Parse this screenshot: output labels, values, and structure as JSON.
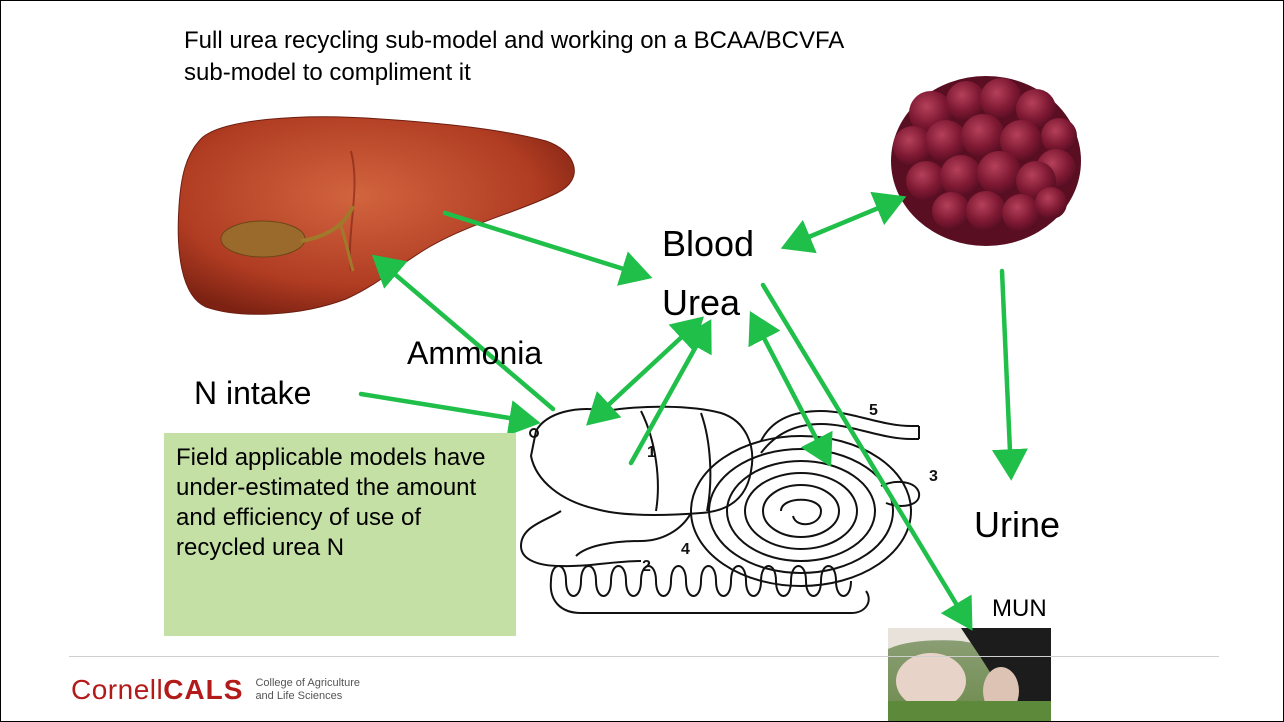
{
  "title": "Full urea recycling sub-model and working on a BCAA/BCVFA sub-model to compliment it",
  "labels": {
    "blood": "Blood",
    "urea": "Urea",
    "ammonia": "Ammonia",
    "n_intake": "N intake",
    "urine": "Urine",
    "mun": "MUN"
  },
  "note": "Field applicable models have under-estimated the amount and efficiency of use of recycled urea N",
  "digestive_numbers": [
    "1",
    "2",
    "3",
    "4",
    "5"
  ],
  "footer": {
    "logo_cornell": "Cornell",
    "logo_cals": "CALS",
    "logo_sub_line1": "College of Agriculture",
    "logo_sub_line2": "and Life Sciences"
  },
  "colors": {
    "arrow": "#1fbf4a",
    "note_bg": "#c5e0a5",
    "brand": "#b31b1b",
    "liver": "#b8452a",
    "kidney": "#8a1f3a"
  }
}
